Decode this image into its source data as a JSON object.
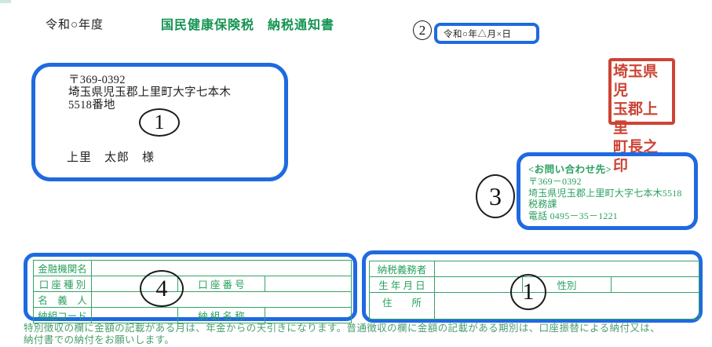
{
  "page": {
    "fiscal_year": "令和○年度",
    "title": "国民健康保険税　納税通知書",
    "issue_date": "令和○年△月×日"
  },
  "annotations": {
    "n1": "1",
    "n2": "2",
    "n3": "3",
    "n4": "4"
  },
  "recipient": {
    "postal_code": "〒369-0392",
    "address_line1": "埼玉県児玉郡上里町大字七本木",
    "address_line2": "5518番地",
    "name": "上里　太郎　様"
  },
  "seal": {
    "rows": [
      "埼玉県児",
      "玉郡上里",
      "町長之印"
    ],
    "color": "#cc4434"
  },
  "contact": {
    "heading": "<お問い合わせ先>",
    "postal_code": "〒369－0392",
    "address": "埼玉県児玉郡上里町大字七本木5518",
    "department": "税務課",
    "phone": "電話 0495－35－1221"
  },
  "bank_table": {
    "financial_institution_label": "金融機関名",
    "account_type_label": "口 座 種 別",
    "account_number_label": "口 座 番 号",
    "holder_label": "名　義　人",
    "group_code_label": "納組コード",
    "group_name_label": "納 組 名 称",
    "financial_institution_value": "",
    "account_type_value": "",
    "account_number_value": "",
    "holder_value": "",
    "group_code_value": "",
    "group_name_value": ""
  },
  "taxpayer_table": {
    "taxpayer_label": "納税義務者",
    "birthdate_label": "生 年 月 日",
    "gender_label": "性別",
    "address_label": "住　　所",
    "taxpayer_value": "",
    "birthdate_value": "",
    "gender_value": "",
    "address_value": ""
  },
  "notice": {
    "line1": "特別徴収の欄に金額の記載がある月は、年金からの天引きになります。普通徴収の欄に金額の記載がある期別は、口座振替による納付又は、",
    "line2": "納付書での納付をお願いします。"
  },
  "colors": {
    "accent_blue": "#1e6ae0",
    "green": "#2aa05f",
    "seal_red": "#cc4434",
    "notice_green": "#4a9e6e"
  }
}
